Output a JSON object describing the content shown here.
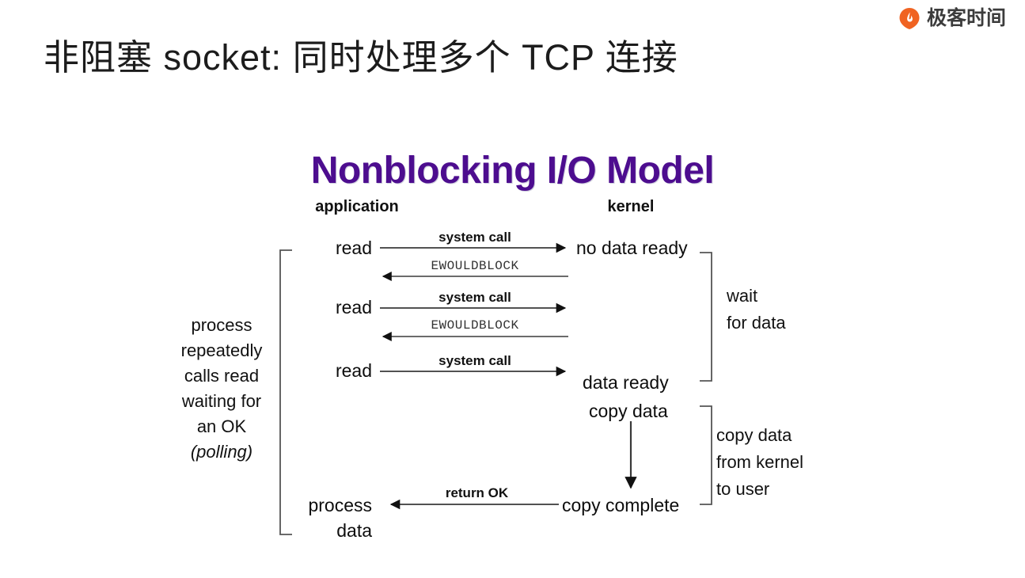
{
  "brand": {
    "name": "极客时间",
    "logo_icon": "geektime-flame-circle-icon",
    "logo_color": "#f06322"
  },
  "heading": {
    "text": "非阻塞 socket: 同时处理多个 TCP 连接"
  },
  "diagram": {
    "title": "Nonblocking I/O Model",
    "title_color": "#4d0d8f",
    "columns": {
      "application": "application",
      "kernel": "kernel"
    },
    "app_nodes": {
      "read_1": "read",
      "read_2": "read",
      "read_3": "read",
      "process": "process",
      "process_data": "data"
    },
    "kernel_nodes": {
      "no_data_ready": "no data ready",
      "data_ready": "data ready",
      "copy_data": "copy data",
      "copy_complete": "copy complete"
    },
    "arrow_labels": {
      "system_call_1": "system call",
      "ewouldblock_1": "EWOULDBLOCK",
      "system_call_2": "system call",
      "ewouldblock_2": "EWOULDBLOCK",
      "system_call_3": "system call",
      "return_ok": "return OK"
    },
    "annotations": {
      "left_lines": [
        "process",
        "repeatedly",
        "calls read",
        "waiting for",
        "an OK"
      ],
      "left_italic": "(polling)",
      "wait_for_data": [
        "wait",
        "for data"
      ],
      "copy_from_kernel": [
        "copy data",
        "from kernel",
        "to user"
      ]
    }
  }
}
